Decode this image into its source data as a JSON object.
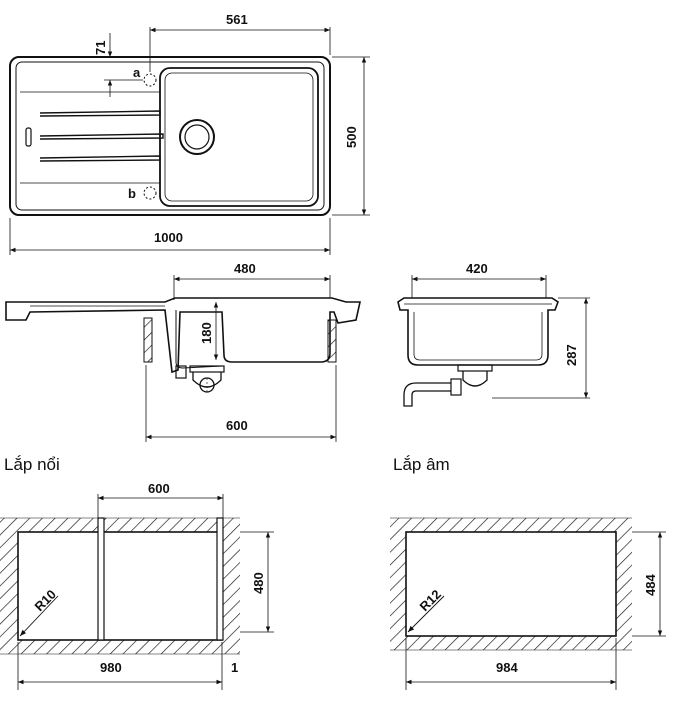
{
  "top_view": {
    "width": "1000",
    "depth": "500",
    "bowl_offset": "561",
    "tap_hole_offset": "71",
    "tap_a": "a",
    "tap_b": "b"
  },
  "side_view": {
    "bowl_width": "480",
    "bowl_depth": "180",
    "cabinet_width": "600"
  },
  "end_view": {
    "bowl_width": "420",
    "overall_height": "287"
  },
  "surface_mount": {
    "title": "Lắp nổi",
    "cabinet_width": "600",
    "cutout_length": "980",
    "cutout_depth": "480",
    "radius": "R10",
    "gap": "1"
  },
  "undermount": {
    "title": "Lắp âm",
    "cutout_length": "984",
    "cutout_depth": "484",
    "radius": "R12"
  }
}
